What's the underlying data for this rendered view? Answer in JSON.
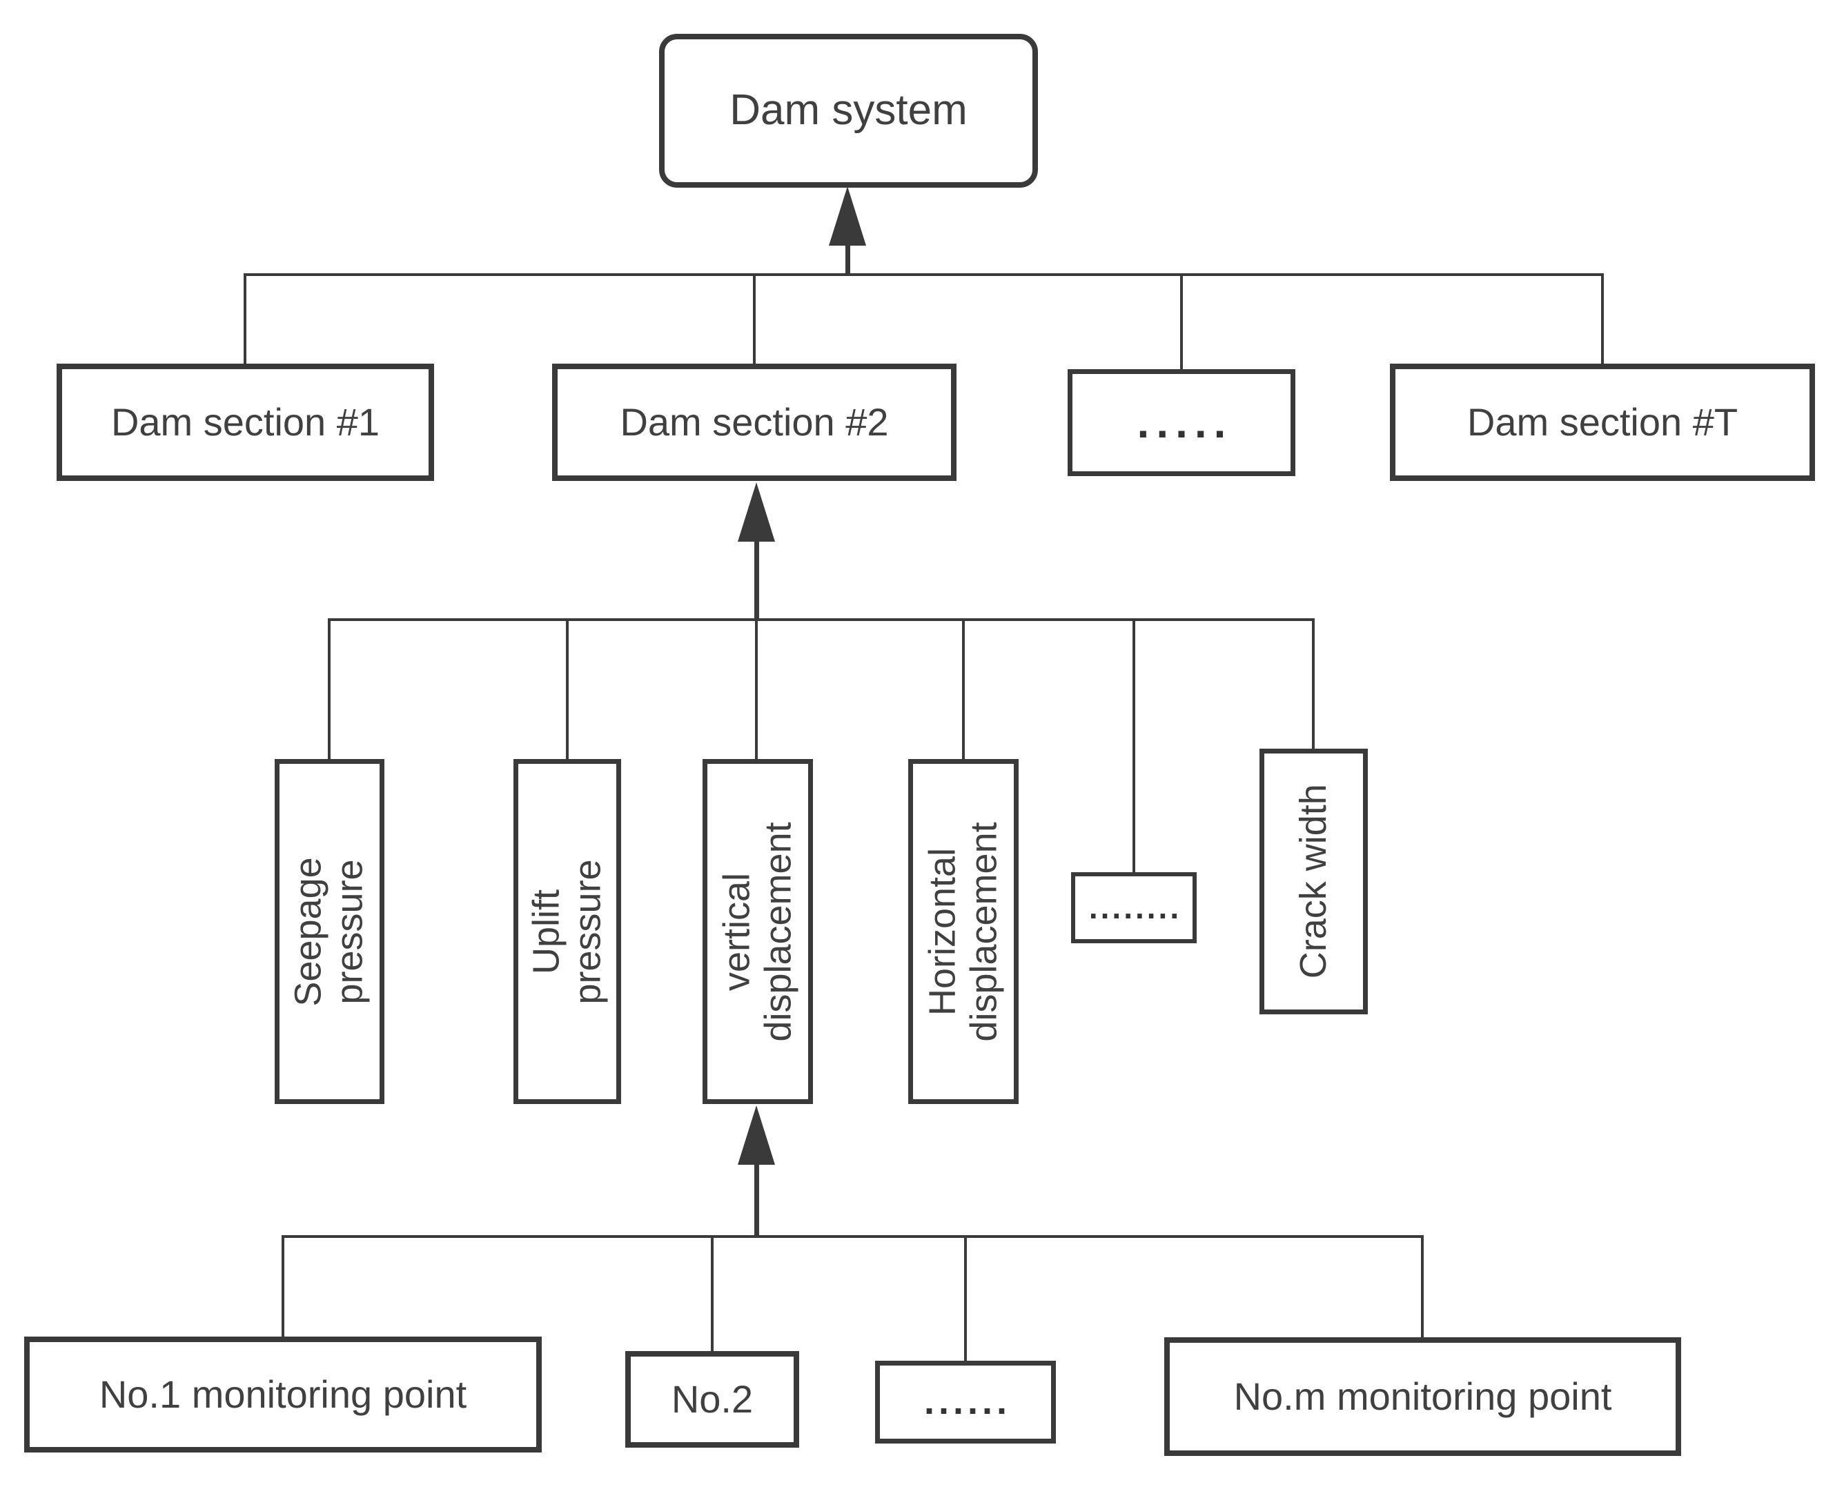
{
  "diagram": {
    "root": {
      "label": "Dam system"
    },
    "level2": {
      "section1": {
        "label": "Dam section #1"
      },
      "section2": {
        "label": "Dam section #2"
      },
      "ellipsis": {
        "label": "....."
      },
      "sectionT": {
        "label": "Dam section #T"
      }
    },
    "level3": {
      "seepage": {
        "line1": "Seepage",
        "line2": "pressure"
      },
      "uplift": {
        "line1": "Uplift",
        "line2": "pressure"
      },
      "vertical": {
        "line1": "vertical",
        "line2": "displacement"
      },
      "horizontal": {
        "line1": "Horizontal",
        "line2": "displacement"
      },
      "ellipsis": {
        "label": "........"
      },
      "crack": {
        "label": "Crack width"
      }
    },
    "level4": {
      "point1": {
        "label": "No.1 monitoring point"
      },
      "point2": {
        "label": "No.2"
      },
      "ellipsis": {
        "label": "......"
      },
      "pointm": {
        "label": "No.m monitoring point"
      }
    },
    "colors": {
      "line": "#3a3a3a",
      "text": "#404040",
      "background": "#ffffff"
    }
  }
}
